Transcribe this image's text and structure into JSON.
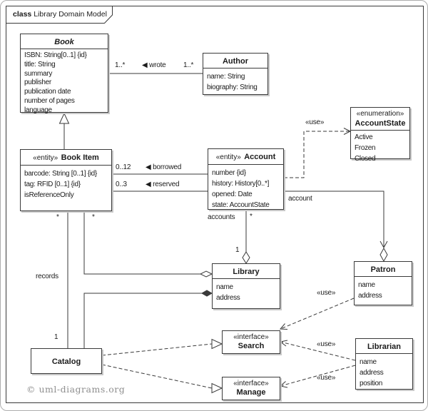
{
  "frame": {
    "keyword": "class",
    "title": "Library Domain Model"
  },
  "classes": {
    "book": {
      "name": "Book",
      "attrs": [
        "ISBN: String[0..1] {id}",
        "title: String",
        "summary",
        "publisher",
        "publication date",
        "number of pages",
        "language"
      ]
    },
    "author": {
      "name": "Author",
      "attrs": [
        "name: String",
        "biography: String"
      ]
    },
    "account_state": {
      "stereotype": "«enumeration»",
      "name": "AccountState",
      "attrs": [
        "Active",
        "Frozen",
        "Closed"
      ]
    },
    "book_item": {
      "stereotype": "«entity»",
      "name": "Book Item",
      "attrs": [
        "barcode: String [0..1] {id}",
        "tag: RFID [0..1] {id}",
        "isReferenceOnly"
      ]
    },
    "account": {
      "stereotype": "«entity»",
      "name": "Account",
      "attrs": [
        "number {id}",
        "history: History[0..*]",
        "opened: Date",
        "state: AccountState"
      ]
    },
    "library": {
      "name": "Library",
      "attrs": [
        "name",
        "address"
      ]
    },
    "patron": {
      "name": "Patron",
      "attrs": [
        "name",
        "address"
      ]
    },
    "catalog": {
      "name": "Catalog"
    },
    "search": {
      "stereotype": "«interface»",
      "name": "Search"
    },
    "manage": {
      "stereotype": "«interface»",
      "name": "Manage"
    },
    "librarian": {
      "name": "Librarian",
      "attrs": [
        "name",
        "address",
        "position"
      ]
    }
  },
  "labels": {
    "wrote": "◀ wrote",
    "wrote_left_mult": "1..*",
    "wrote_right_mult": "1..*",
    "borrowed": "◀ borrowed",
    "borrowed_mult": "0..12",
    "reserved": "◀ reserved",
    "reserved_mult": "0..3",
    "use": "«use»",
    "accounts": "accounts",
    "accounts_mult": "*",
    "accounts_one": "1",
    "account_role": "account",
    "records": "records",
    "records_mult": "*",
    "records_one": "1",
    "items_mult": "*"
  },
  "footer": {
    "copyright": "© uml-diagrams.org"
  },
  "colors": {
    "line": "#3a3a3a",
    "shadow": "#c9c9c9",
    "copyright": "#8f8f8f"
  }
}
